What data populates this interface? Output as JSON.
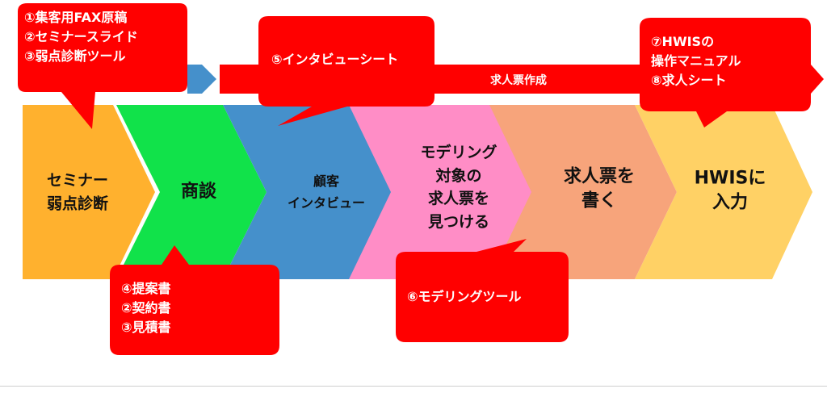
{
  "colors": {
    "step1": "#FFB12E",
    "step2": "#11E24A",
    "step3": "#4590CB",
    "step4": "#FF8DC6",
    "step5": "#F7A47B",
    "step6": "#FFD165",
    "bubble": "#FF0000",
    "banner_blue": "#4590CB",
    "banner_red": "#FF0000"
  },
  "banner": {
    "label": "求人票作成"
  },
  "steps": [
    {
      "id": "seminar",
      "label": "セミナー\n弱点診断"
    },
    {
      "id": "negotiation",
      "label": "商談"
    },
    {
      "id": "interview",
      "label": "顧客\nインタビュー"
    },
    {
      "id": "modeling",
      "label": "モデリング\n対象の\n求人票を\n見つける"
    },
    {
      "id": "write",
      "label": "求人票を\n書く"
    },
    {
      "id": "hwis",
      "label": "HWISに\n入力"
    }
  ],
  "callouts": [
    {
      "id": "tools-1-3",
      "text": "①集客用FAX原稿\n②セミナースライド\n③弱点診断ツール"
    },
    {
      "id": "tool-5",
      "text": "⑤インタビューシート"
    },
    {
      "id": "tools-7-8",
      "text": "⑦HWISの\n操作マニュアル\n⑧求人シート"
    },
    {
      "id": "docs-4-2-3",
      "text": "④提案書\n②契約書\n③見積書"
    },
    {
      "id": "tool-6",
      "text": "⑥モデリングツール"
    }
  ]
}
